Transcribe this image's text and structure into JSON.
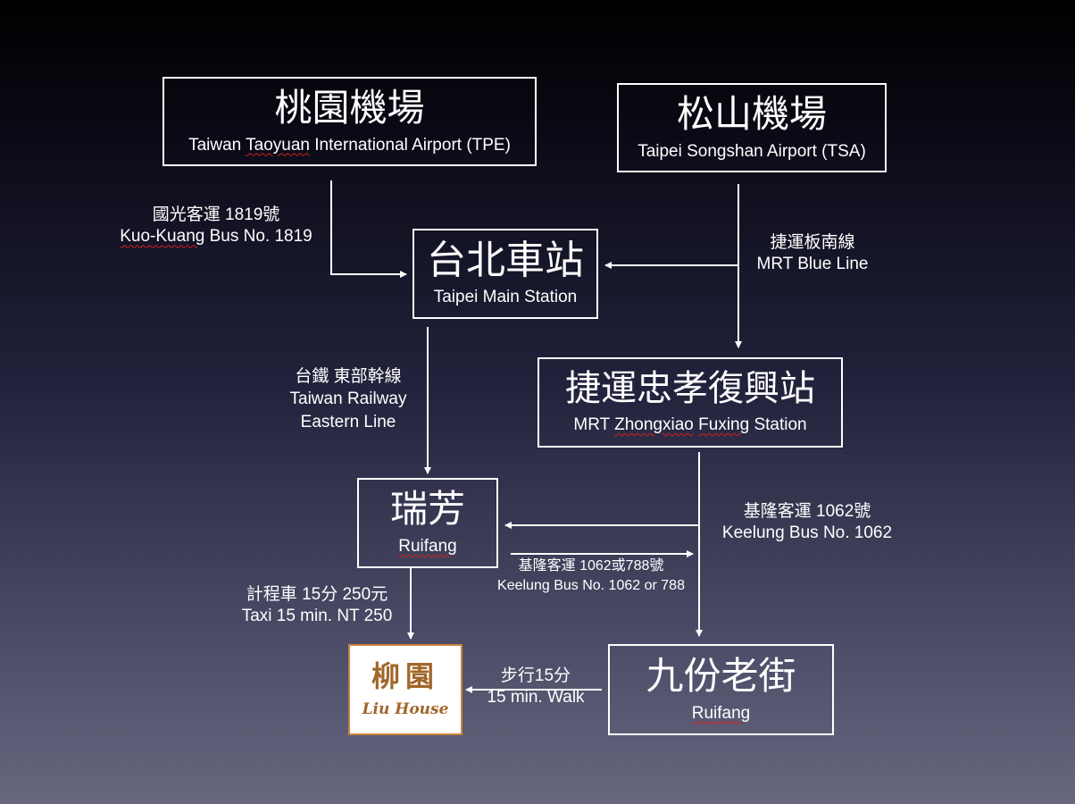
{
  "nodes": {
    "tpe": {
      "zh": "桃園機場",
      "en_pre": "Taiwan ",
      "en_mark": "Taoyuan",
      "en_post": " International Airport (TPE)"
    },
    "tsa": {
      "zh": "松山機場",
      "en": "Taipei Songshan Airport (TSA)"
    },
    "main": {
      "zh": "台北車站",
      "en": "Taipei Main Station"
    },
    "zxfx": {
      "zh": "捷運忠孝復興站",
      "en_pre": "MRT ",
      "en_mark1": "Zhongxiao",
      "en_mid": " ",
      "en_mark2": "Fuxing",
      "en_post": " Station"
    },
    "ruifang": {
      "zh": "瑞芳",
      "en": "Ruifang"
    },
    "jiufen": {
      "zh": "九份老街",
      "en": "Ruifang"
    },
    "liu": {
      "zh": "柳園",
      "en": "Liu House"
    }
  },
  "routes": {
    "bus1819": {
      "zh": "國光客運 1819號",
      "en_mark": "Kuo-Kuang",
      "en_post": " Bus No. 1819"
    },
    "mrt_blue": {
      "zh": "捷運板南線",
      "en": "MRT Blue Line"
    },
    "rail": {
      "zh": "台鐵 東部幹線",
      "en1": "Taiwan Railway",
      "en2": "Eastern Line"
    },
    "bus1062": {
      "zh": "基隆客運 1062號",
      "en": "Keelung Bus No. 1062"
    },
    "bus788": {
      "zh": "基隆客運 1062或788號",
      "en": "Keelung Bus No. 1062 or 788"
    },
    "taxi": {
      "zh": "計程車 15分 250元",
      "en": "Taxi 15 min. NT 250"
    },
    "walk": {
      "zh": "步行15分",
      "en": "15 min. Walk"
    }
  },
  "colors": {
    "line": "#ffffff",
    "spellcheck": "#d21f1f",
    "logo_text": "#a0662a",
    "logo_border": "#c8853a"
  }
}
